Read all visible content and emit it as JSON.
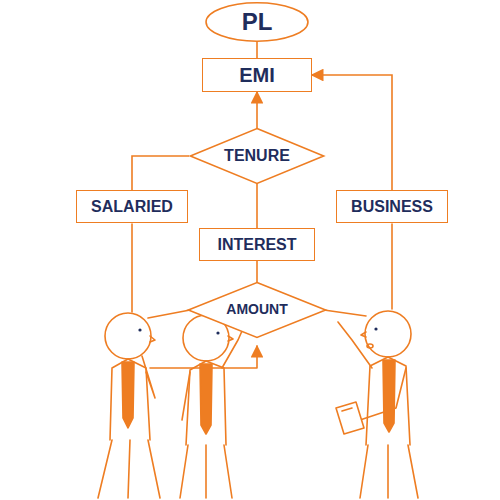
{
  "diagram": {
    "nodes": [
      {
        "text": [
          "PL"
        ]
      },
      {
        "text": [
          "EMI"
        ]
      },
      {
        "text": [
          "TENURE"
        ]
      },
      {
        "text": [
          "SALARIED"
        ]
      },
      {
        "text": [
          "BUSINESS"
        ]
      },
      {
        "text": [
          "INTEREST"
        ]
      },
      {
        "text": [
          "AMOUNT"
        ]
      }
    ],
    "edges": [
      {
        "from": 1,
        "to": 0,
        "arrow": "none"
      },
      {
        "from": 2,
        "to": 1,
        "arrow": "to"
      },
      {
        "from": 2,
        "to": 3,
        "arrow": "none"
      },
      {
        "from": 4,
        "to": 1,
        "arrow": "to"
      },
      {
        "from": 2,
        "to": 5,
        "arrow": "none"
      },
      {
        "from": 5,
        "to": 6,
        "arrow": "none"
      }
    ]
  }
}
